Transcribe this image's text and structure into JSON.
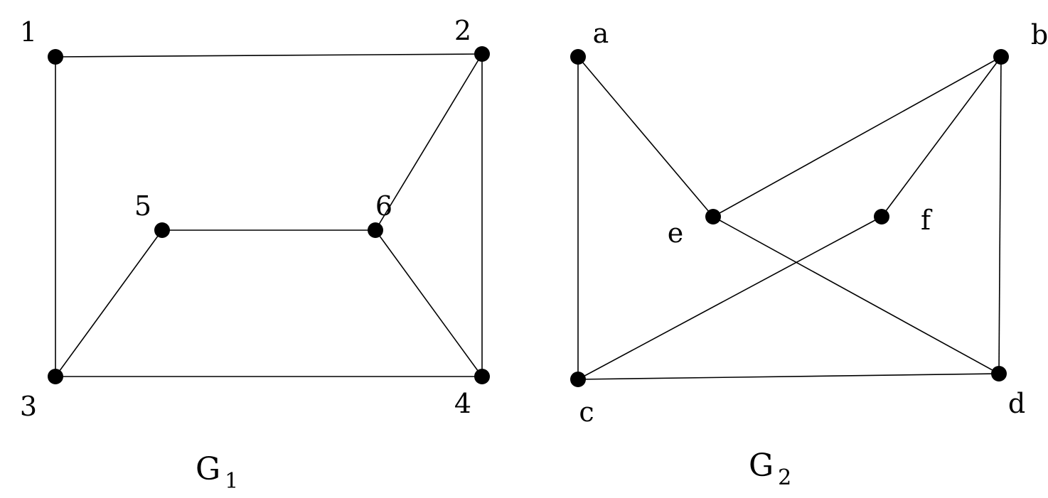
{
  "graphs": [
    {
      "name": "G",
      "subscript": "1",
      "nodes": [
        "1",
        "2",
        "3",
        "4",
        "5",
        "6"
      ],
      "edges": [
        [
          "1",
          "2"
        ],
        [
          "1",
          "3"
        ],
        [
          "2",
          "4"
        ],
        [
          "2",
          "6"
        ],
        [
          "3",
          "4"
        ],
        [
          "3",
          "5"
        ],
        [
          "5",
          "6"
        ],
        [
          "6",
          "4"
        ]
      ]
    },
    {
      "name": "G",
      "subscript": "2",
      "nodes": [
        "a",
        "b",
        "c",
        "d",
        "e",
        "f"
      ],
      "edges": [
        [
          "a",
          "c"
        ],
        [
          "a",
          "e"
        ],
        [
          "e",
          "b"
        ],
        [
          "f",
          "b"
        ],
        [
          "b",
          "d"
        ],
        [
          "c",
          "d"
        ],
        [
          "c",
          "f"
        ],
        [
          "e",
          "d"
        ]
      ]
    }
  ],
  "colors": {
    "stroke": "#000000",
    "node": "#000000"
  }
}
